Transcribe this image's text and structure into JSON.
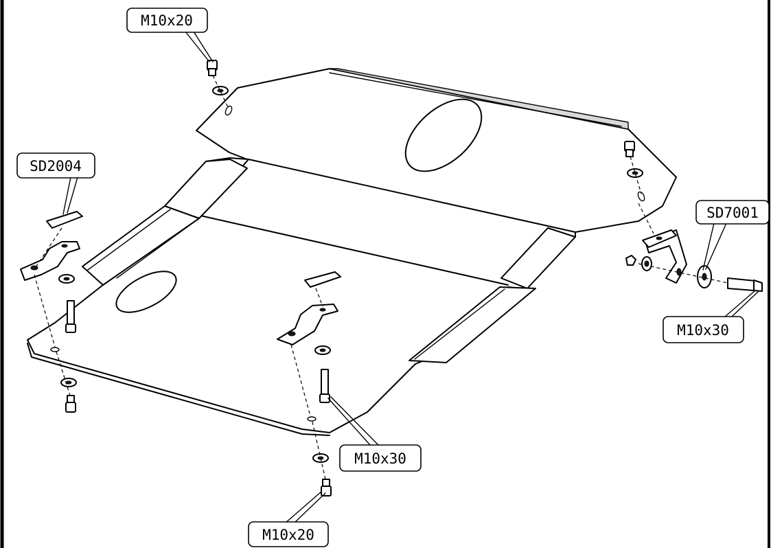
{
  "callouts": {
    "bolt_top": "M10x20",
    "spacer_left": "SD2004",
    "bracket_right": "SD7001",
    "bolt_right": "M10x30",
    "bolt_center": "M10x30",
    "bolt_bottom": "M10x20"
  },
  "colors": {
    "line": "#000000",
    "background": "#ffffff",
    "shade": "#d9d9d9"
  }
}
